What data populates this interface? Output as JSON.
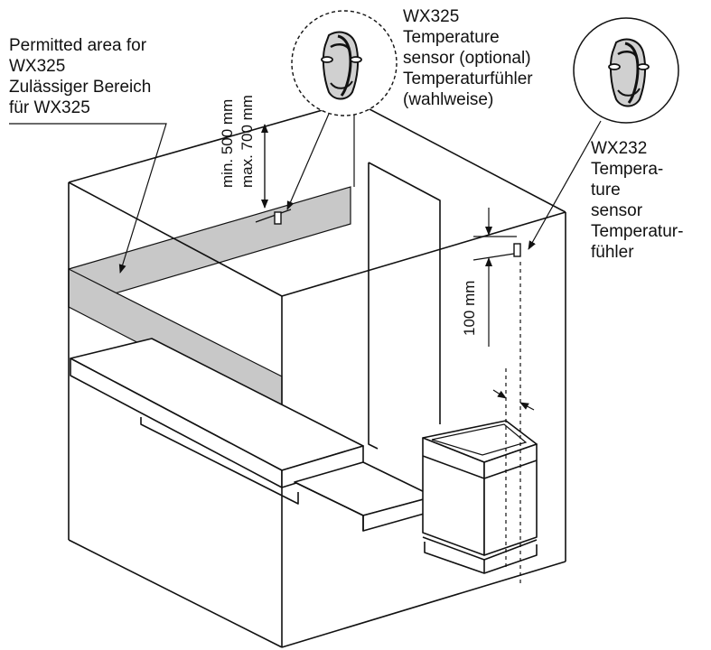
{
  "labels": {
    "permitted_area": [
      "Permitted area for",
      "WX325",
      "Zulässiger Bereich",
      "für WX325"
    ],
    "wx325_sensor": [
      "WX325",
      "Temperature",
      "sensor (optional)",
      "Temperaturfühler",
      "(wahlweise)"
    ],
    "wx232_sensor": [
      "WX232",
      "Tempera-",
      "ture",
      "sensor",
      "Temperatur-",
      "fühler"
    ]
  },
  "dimensions": {
    "min_height": "min. 500 mm",
    "max_height": "max. 700 mm",
    "sensor_drop": "100 mm"
  },
  "colors": {
    "line": "#111111",
    "band_fill": "#c8c8c8",
    "background": "#ffffff"
  },
  "icons": [
    "wx325-sensor-icon",
    "wx232-sensor-icon"
  ]
}
